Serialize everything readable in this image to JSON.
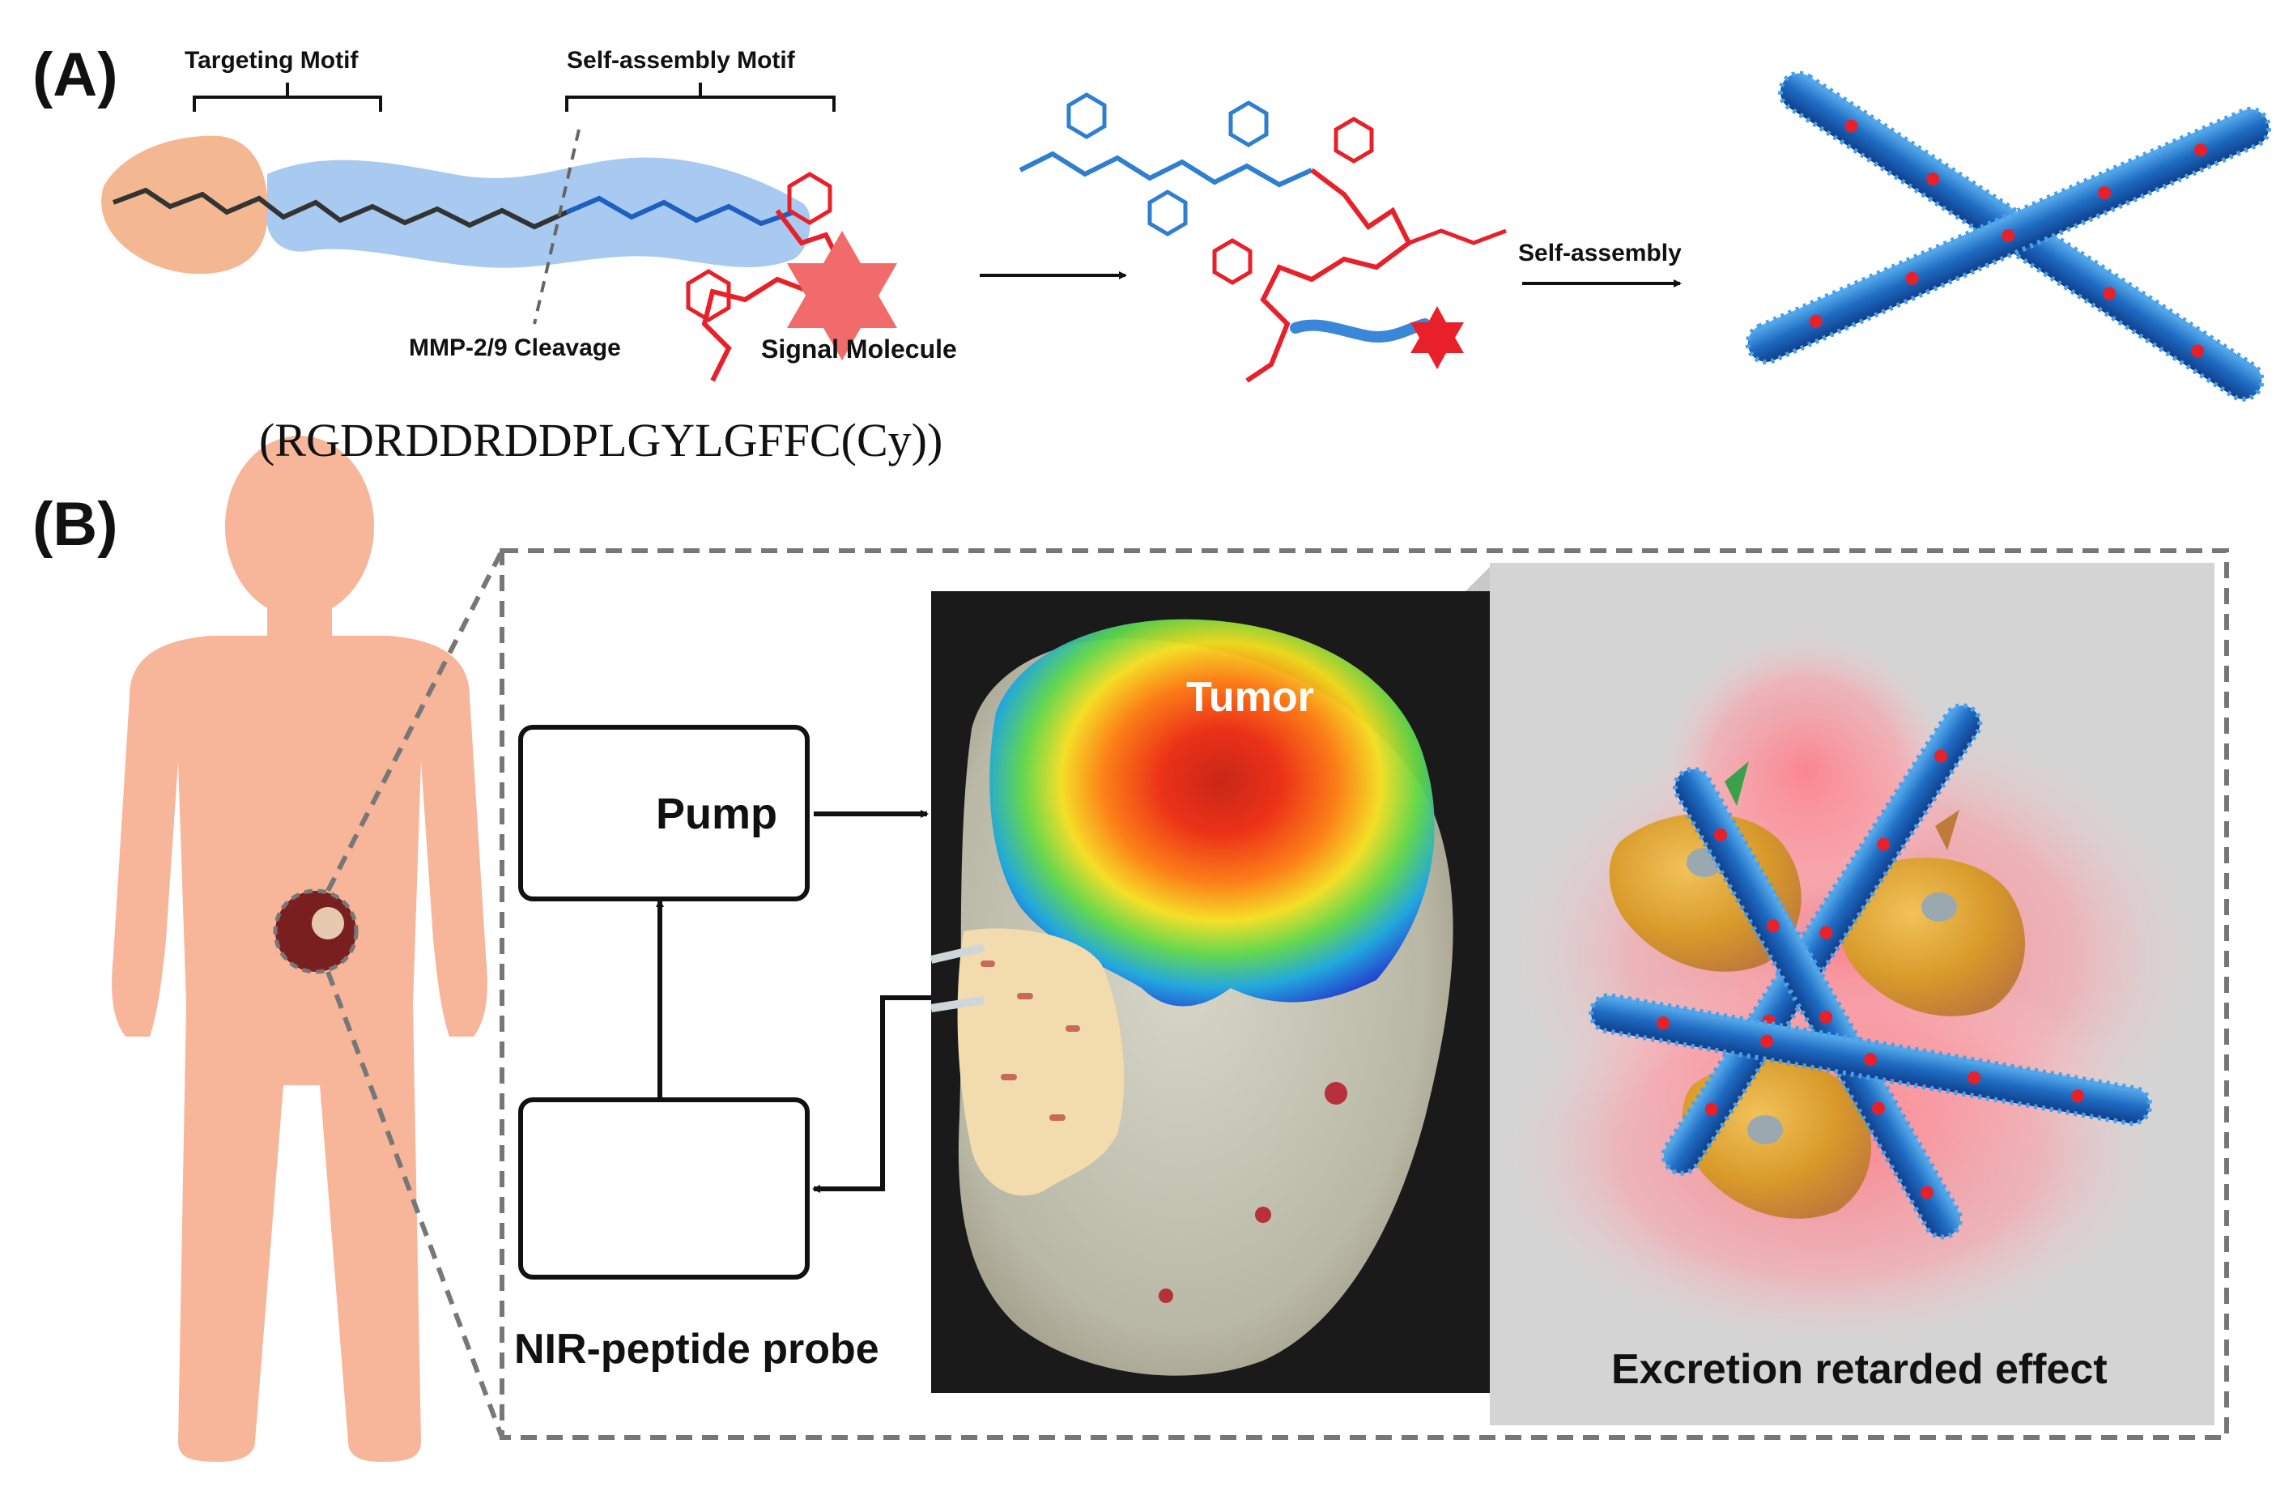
{
  "panel_a": {
    "label": "(A)",
    "targeting_motif": "Targeting Motif",
    "self_assembly_motif": "Self-assembly Motif",
    "cleavage_label": "MMP-2/9 Cleavage",
    "signal_molecule": "Signal Molecule",
    "sequence": "(RGDRDDRDDPLGYLGFFC(Cy))",
    "self_assembly_arrow": "Self-assembly"
  },
  "panel_b": {
    "label": "(B)",
    "pump_label": "Pump",
    "probe_label": "NIR-peptide probe",
    "tumor_label": "Tumor",
    "effect_label": "Excretion retarded effect"
  },
  "colors": {
    "skin": "#f7b59a",
    "peptide_blue": "#2f7fd0",
    "dye_red": "#e8202a",
    "targeting_orange": "#f0a070",
    "dashed_gray": "#777777",
    "panel_gray": "#d2d2d2"
  },
  "icons": [
    "pump-wheel-icon",
    "fluorescent-star-icon",
    "human-silhouette-icon"
  ]
}
